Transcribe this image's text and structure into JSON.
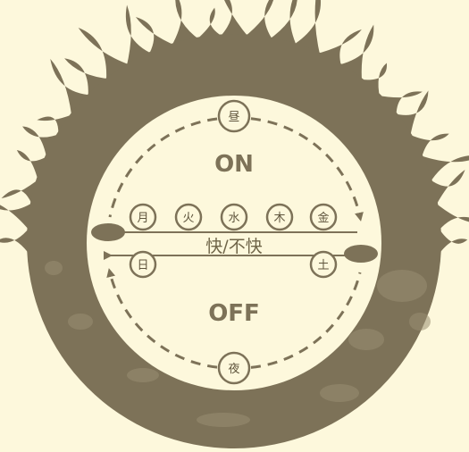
{
  "colors": {
    "background": "#fdf8dc",
    "ink": "#7d7258",
    "paper": "#fdf8dc"
  },
  "labels": {
    "on": "ON",
    "off": "OFF",
    "center": "快/不快",
    "day": "昼",
    "night": "夜"
  },
  "weekdays_top": [
    "月",
    "火",
    "水",
    "木",
    "金"
  ],
  "weekdays_bottom": [
    "日",
    "土"
  ]
}
